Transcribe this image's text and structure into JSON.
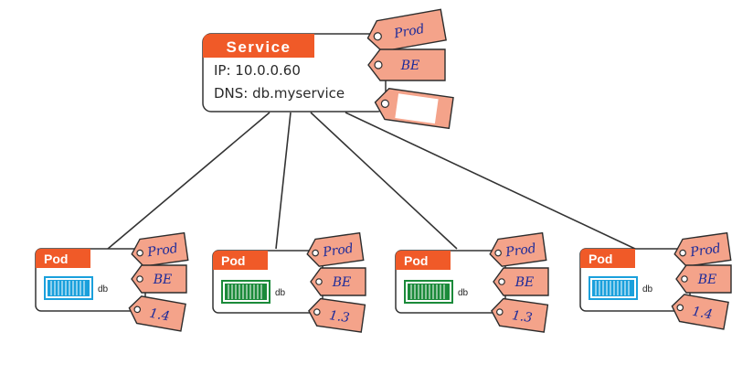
{
  "colors": {
    "header_orange": "#f05a28",
    "tag_salmon": "#f4a38a",
    "tag_ink": "#1b2a9a",
    "container_blue": "#1aa0dc",
    "container_green": "#1b8a3a"
  },
  "service": {
    "header": "Service",
    "ip_line": "IP: 10.0.0.60",
    "dns_line": "DNS: db.myservice",
    "labels": [
      "Prod",
      "BE",
      ""
    ]
  },
  "pods": [
    {
      "header": "Pod",
      "container_label": "db",
      "container_color": "blue",
      "labels": [
        "Prod",
        "BE",
        "1.4"
      ]
    },
    {
      "header": "Pod",
      "container_label": "db",
      "container_color": "green",
      "labels": [
        "Prod",
        "BE",
        "1.3"
      ]
    },
    {
      "header": "Pod",
      "container_label": "db",
      "container_color": "green",
      "labels": [
        "Prod",
        "BE",
        "1.3"
      ]
    },
    {
      "header": "Pod",
      "container_label": "db",
      "container_color": "blue",
      "labels": [
        "Prod",
        "BE",
        "1.4"
      ]
    }
  ]
}
